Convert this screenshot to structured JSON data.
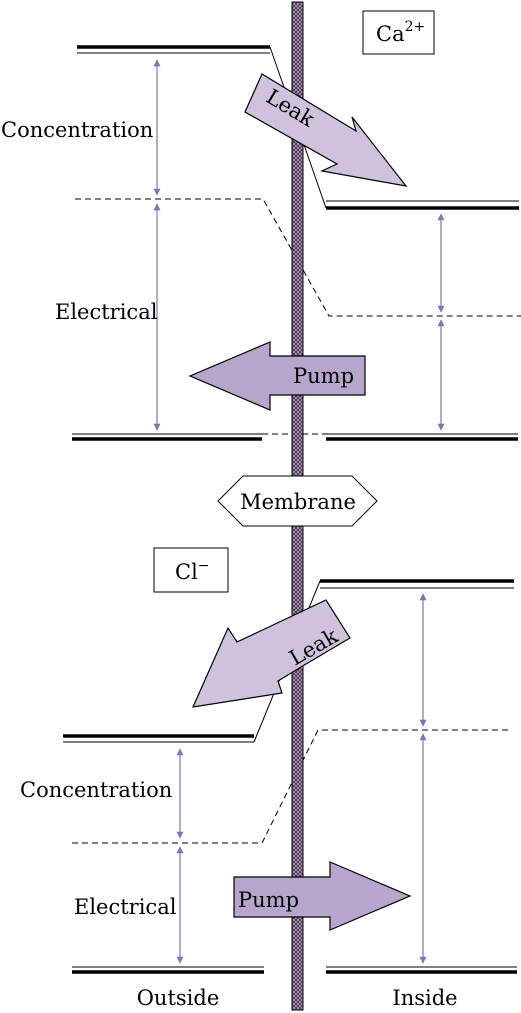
{
  "colors": {
    "arrow_line": "#8a70b4",
    "leak_fill": "#cfc2dd",
    "pump_fill": "#b6a6cb",
    "membrane_fill": "#b8a2c2",
    "stroke": "#000000"
  },
  "membrane": {
    "label": "Membrane"
  },
  "top": {
    "ion_base": "Ca",
    "ion_sup": "2+",
    "leak_label": "Leak",
    "pump_label": "Pump",
    "concentration_label": "Concentration",
    "electrical_label": "Electrical"
  },
  "bottom": {
    "ion_base": "Cl",
    "ion_sup": "−",
    "leak_label": "Leak",
    "pump_label": "Pump",
    "concentration_label": "Concentration",
    "electrical_label": "Electrical"
  },
  "sides": {
    "outside": "Outside",
    "inside": "Inside"
  }
}
